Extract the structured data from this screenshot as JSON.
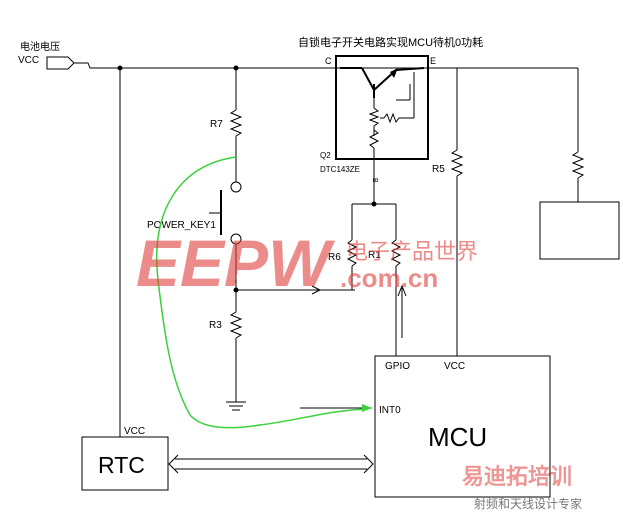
{
  "title": "自锁电子开关电路实现MCU待机0功耗",
  "power_input": {
    "label_cn": "电池电压",
    "label": "VCC"
  },
  "transistor": {
    "ref": "Q2",
    "part": "DTC143ZE",
    "pin_c": "C",
    "pin_e": "E",
    "pin_b": "B"
  },
  "resistors": {
    "r7": "R7",
    "r6": "R6",
    "r1": "R1",
    "r3": "R3",
    "r5": "R5"
  },
  "switch": {
    "label": "POWER_KEY1"
  },
  "mcu": {
    "label": "MCU",
    "pin_gpio": "GPIO",
    "pin_vcc": "VCC",
    "pin_int": "INT0"
  },
  "rtc": {
    "label": "RTC",
    "pin_vcc": "VCC"
  },
  "watermark": {
    "main": "EEPW",
    "cn": "电子产品世界",
    "domain": ".com.cn"
  },
  "footer_watermark": {
    "line1": "易迪拓培训",
    "line2": "射频和天线设计专家"
  },
  "colors": {
    "wire": "#000000",
    "annotation_wire": "#3bd13b",
    "watermark": "#e0413d"
  }
}
